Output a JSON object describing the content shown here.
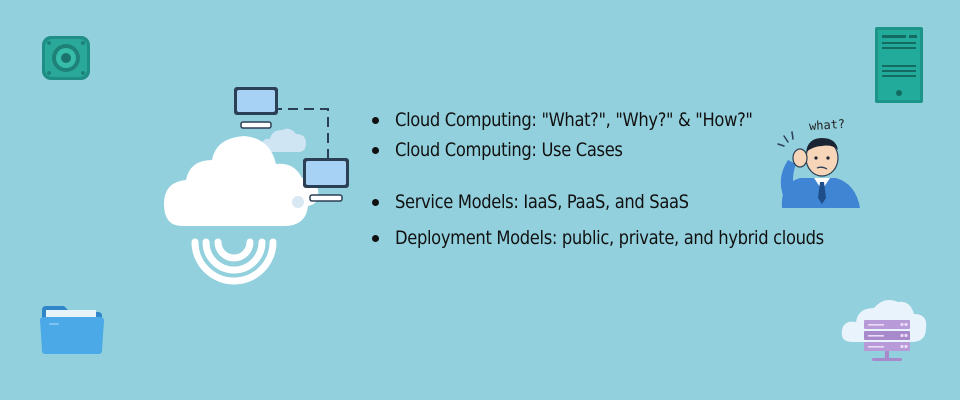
{
  "slide": {
    "bullets": [
      {
        "text": "Cloud Computing: \"What?\", \"Why?\" & \"How?\""
      },
      {
        "text": "Cloud Computing: Use Cases"
      },
      {
        "text": "Service Models: IaaS, PaaS, and SaaS"
      },
      {
        "text": "Deployment Models: public, private, and hybrid clouds"
      }
    ],
    "speech_label": "what?"
  },
  "colors": {
    "background": "#92d0dd",
    "teal_icon": "#2aa99a",
    "folder": "#4aa9e6",
    "lavender": "#b89ad8",
    "cloud_white": "#ffffff",
    "monitor_blue": "#a8d2f5"
  },
  "icons": [
    "speaker-icon",
    "server-tower-icon",
    "folder-icon",
    "cloud-server-icon",
    "cloud-network-illustration",
    "confused-man-illustration"
  ]
}
